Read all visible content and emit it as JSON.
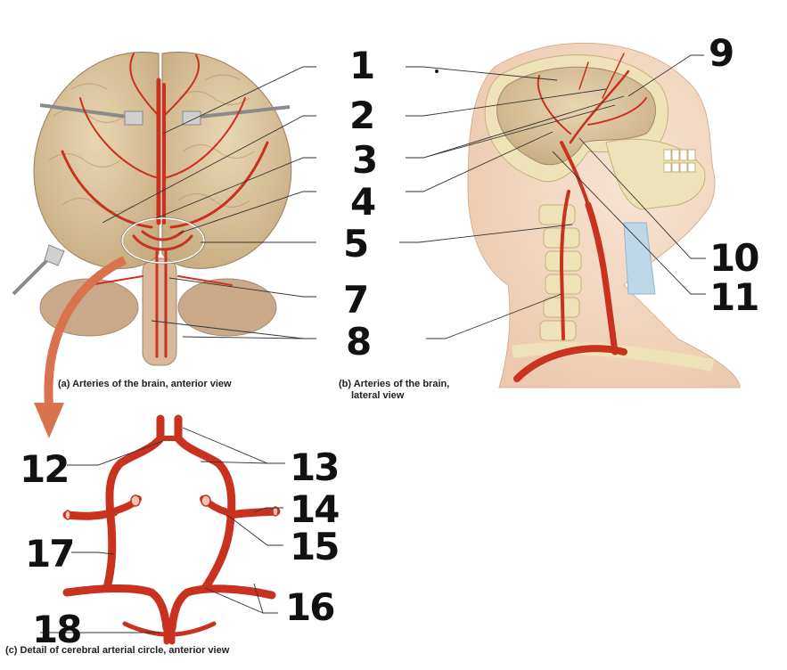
{
  "captions": {
    "a": "(a) Arteries of the brain, anterior view",
    "b_line1": "(b) Arteries of the brain,",
    "b_line2": "lateral view",
    "c": "(c) Detail of cerebral arterial circle, anterior view"
  },
  "numbers": {
    "n1": "1",
    "n2": "2",
    "n3": "3",
    "n4": "4",
    "n5": "5",
    "n7": "7",
    "n8": "8",
    "n9": "9",
    "n10": "10",
    "n11": "11",
    "n12": "12",
    "n13": "13",
    "n14": "14",
    "n15": "15",
    "n16": "16",
    "n17": "17",
    "n18": "18"
  },
  "colors": {
    "artery": "#c8321e",
    "brain": "#d9c49e",
    "skin": "#f3d9c3",
    "bone": "#efe2b8",
    "line": "#333333",
    "ink": "#111111",
    "arrow": "#d8734e"
  }
}
